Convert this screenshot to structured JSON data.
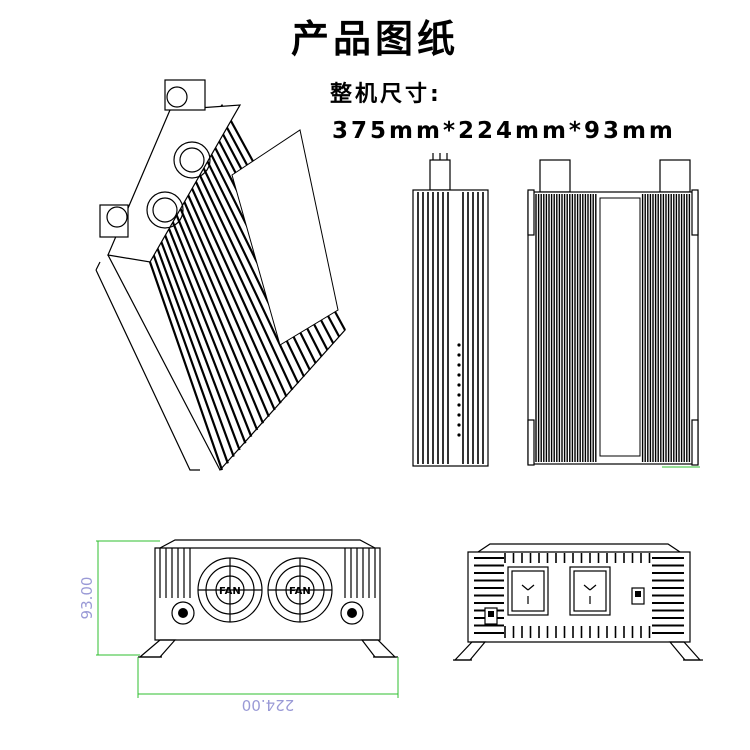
{
  "header": {
    "title": "产品图纸",
    "size_label": "整机尺寸:",
    "dimensions": "375mm*224mm*93mm"
  },
  "front_view": {
    "height_dim": "93.00",
    "width_dim": "224.00",
    "fan_label": "FAN"
  },
  "colors": {
    "dimension_line": "#2fbf2f",
    "dimension_text": "#9a9ad6",
    "drawing": "#000000"
  },
  "icons": [
    "fan-icon",
    "socket-icon",
    "switch-icon",
    "terminal-knob-icon"
  ]
}
